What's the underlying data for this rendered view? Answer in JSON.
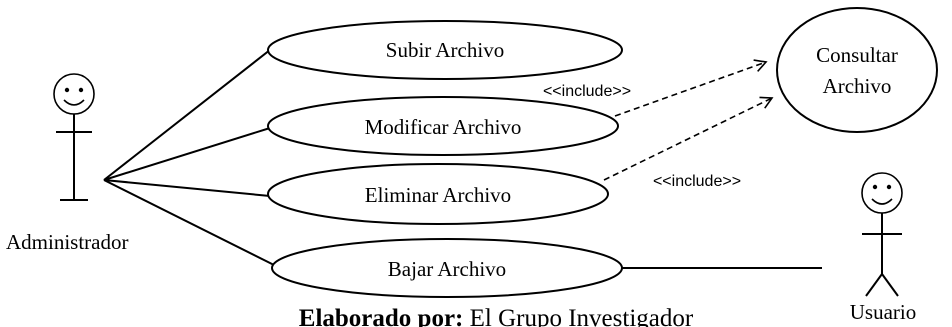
{
  "actors": {
    "admin": {
      "name": "Administrador"
    },
    "user": {
      "name": "Usuario"
    }
  },
  "use_cases": {
    "upload": "Subir Archivo",
    "modify": "Modificar Archivo",
    "delete": "Eliminar Archivo",
    "download": "Bajar Archivo",
    "consult": [
      "Consultar",
      "Archivo"
    ]
  },
  "relations": {
    "include_1": "<<include>>",
    "include_2": "<<include>>"
  },
  "caption": {
    "bold_part": "Elaborado por:",
    "rest": "El Grupo Investigador"
  }
}
